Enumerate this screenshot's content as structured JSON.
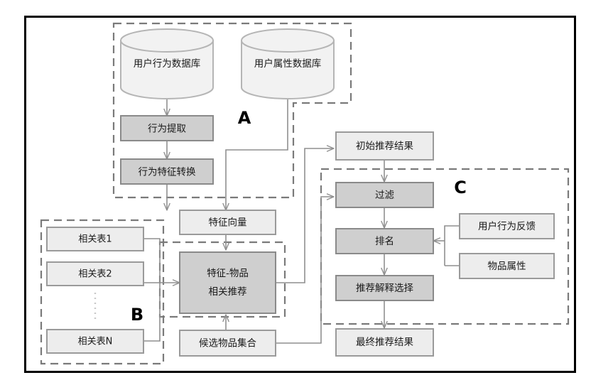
{
  "diagram": {
    "title_text": "",
    "colors": {
      "frame": "#000000",
      "dashed": "#7a7a7a",
      "box_light_fill": "#ededed",
      "box_light_stroke": "#9a9a9a",
      "box_dark_fill": "#cfcfcf",
      "box_dark_stroke": "#8a8a8a",
      "cylinder_fill": "#f2f2f2",
      "cylinder_stroke": "#b5b5b5",
      "connector": "#8f8f8f",
      "text": "#1a1a1a"
    },
    "group_labels": [
      {
        "id": "A",
        "label": "A"
      },
      {
        "id": "B",
        "label": "B"
      },
      {
        "id": "C",
        "label": "C"
      }
    ],
    "datastores": [
      {
        "id": "user-behavior-db",
        "label": "用户行为数据库"
      },
      {
        "id": "user-attribute-db",
        "label": "用户属性数据库"
      }
    ],
    "process_nodes": [
      {
        "id": "behavior-extract",
        "label": "行为提取",
        "style": "dark"
      },
      {
        "id": "behavior-feature-transform",
        "label": "行为特征转换",
        "style": "dark"
      },
      {
        "id": "feature-vector",
        "label": "特征向量",
        "style": "light"
      },
      {
        "id": "feature-item-recommend",
        "label_line1": "特征-物品",
        "label_line2": "相关推荐",
        "style": "dark"
      },
      {
        "id": "candidate-item-set",
        "label": "候选物品集合",
        "style": "light"
      },
      {
        "id": "initial-recommend-result",
        "label": "初始推荐结果",
        "style": "light"
      },
      {
        "id": "filter",
        "label": "过滤",
        "style": "dark"
      },
      {
        "id": "ranking",
        "label": "排名",
        "style": "dark"
      },
      {
        "id": "recommend-explain-select",
        "label": "推荐解释选择",
        "style": "dark"
      },
      {
        "id": "final-recommend-result",
        "label": "最终推荐结果",
        "style": "light"
      },
      {
        "id": "user-behavior-feedback",
        "label": "用户行为反馈",
        "style": "light"
      },
      {
        "id": "item-attribute",
        "label": "物品属性",
        "style": "light"
      }
    ],
    "relation_tables": [
      {
        "id": "relation-table-1",
        "label": "相关表1"
      },
      {
        "id": "relation-table-2",
        "label": "相关表2"
      },
      {
        "id": "relation-table-n",
        "label": "相关表N"
      }
    ],
    "ellipsis_symbol": "⋮"
  }
}
